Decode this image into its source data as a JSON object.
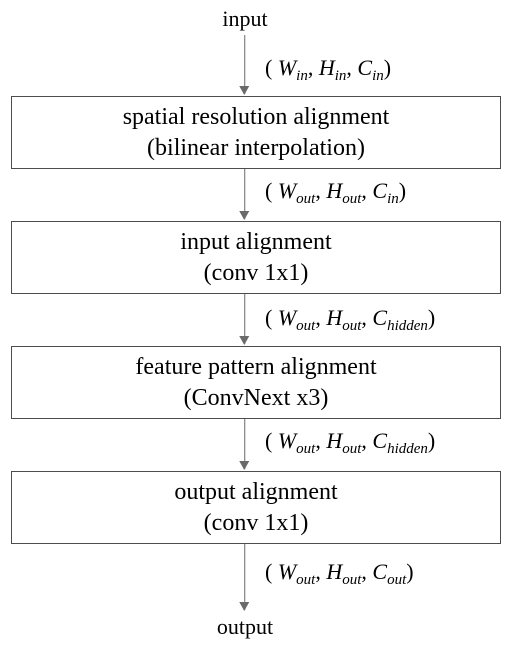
{
  "diagram": {
    "input_label": "input",
    "output_label": "output",
    "steps": [
      {
        "line1": "spatial resolution alignment",
        "line2": "(bilinear interpolation)"
      },
      {
        "line1": "input alignment",
        "line2": "(conv 1x1)"
      },
      {
        "line1": "feature pattern alignment",
        "line2": "(ConvNext x3)"
      },
      {
        "line1": "output alignment",
        "line2": "(conv 1x1)"
      }
    ],
    "shapes": [
      {
        "w": "W",
        "w_sub": "in",
        "h": "H",
        "h_sub": "in",
        "c": "C",
        "c_sub": "in"
      },
      {
        "w": "W",
        "w_sub": "out",
        "h": "H",
        "h_sub": "out",
        "c": "C",
        "c_sub": "in"
      },
      {
        "w": "W",
        "w_sub": "out",
        "h": "H",
        "h_sub": "out",
        "c": "C",
        "c_sub": "hidden"
      },
      {
        "w": "W",
        "w_sub": "out",
        "h": "H",
        "h_sub": "out",
        "c": "C",
        "c_sub": "hidden"
      },
      {
        "w": "W",
        "w_sub": "out",
        "h": "H",
        "h_sub": "out",
        "c": "C",
        "c_sub": "out"
      }
    ],
    "punct": {
      "open": "(",
      "sep": ",",
      "close": ")"
    },
    "colors": {
      "line": "#6a6a6a",
      "box_border": "#4d4d4d",
      "text": "#000000"
    }
  }
}
